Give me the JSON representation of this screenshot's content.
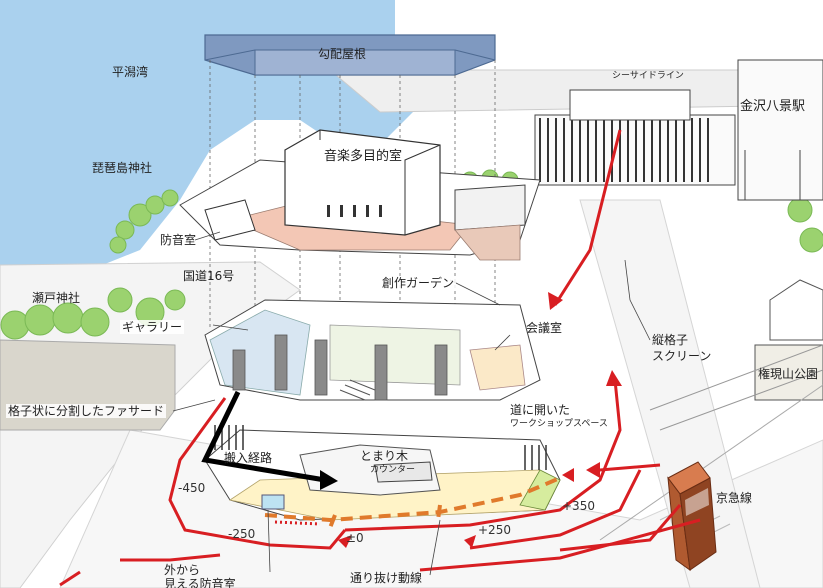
{
  "labels": {
    "sloped_roof": "勾配屋根",
    "hirakata_bay": "平潟湾",
    "seaside_line": "シーサイドライン",
    "kanazawa_hakkei_station": "金沢八景駅",
    "music_hall": "音楽多目的室",
    "biwajima_shrine": "琵琶島神社",
    "soundproof_room": "防音室",
    "route_16": "国道16号",
    "seto_shrine": "瀬戸神社",
    "sosaku_garden": "創作ガーデン",
    "gallery": "ギャラリー",
    "meeting_room": "会議室",
    "vertical_lattice_screen_1": "縦格子",
    "vertical_lattice_screen_2": "スクリーン",
    "gongenyama_park": "権現山公園",
    "lattice_facade": "格子状に分割したファサード",
    "workshop_space_1": "道に開いた",
    "workshop_space_2": "ワークショップスペース",
    "loading_route": "搬入経路",
    "tomarigi_counter_1": "とまり木",
    "tomarigi_counter_2": "カウンター",
    "keikyu_line": "京急線",
    "visible_soundproof_1": "外から",
    "visible_soundproof_2": "見える防音室",
    "through_route": "通り抜け動線"
  },
  "elevations": {
    "minus_450": "-450",
    "minus_250": "-250",
    "zero": "±0",
    "plus_250": "+250",
    "plus_350": "+350"
  },
  "colors": {
    "water": "#aad1ee",
    "roof": "#7f99c0",
    "road": "#f1f1f1",
    "tree": "#9bd26f",
    "red_flow": "#d81e22",
    "orange_path": "#e07a2c",
    "train": "#b05a30",
    "terrace": "#f3c7b5",
    "plaza": "#fff3c7"
  }
}
